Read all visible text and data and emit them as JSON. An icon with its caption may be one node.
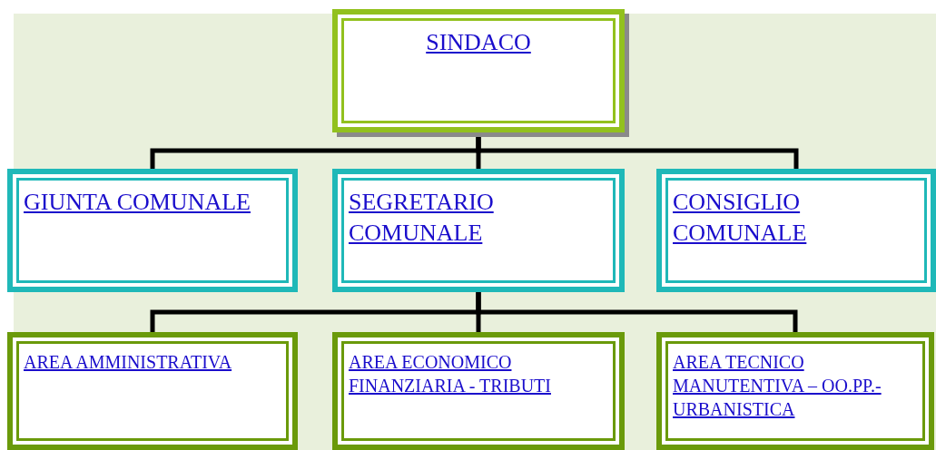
{
  "diagram": {
    "nodes": [
      {
        "text": [
          "SINDACO"
        ]
      },
      {
        "text": [
          "GIUNTA COMUNALE"
        ]
      },
      {
        "text": [
          "SEGRETARIO COMUNALE"
        ]
      },
      {
        "text": [
          "CONSIGLIO COMUNALE"
        ]
      },
      {
        "text": [
          "AREA AMMINISTRATIVA"
        ]
      },
      {
        "text": [
          "AREA ECONOMICO FINANZIARIA - TRIBUTI"
        ]
      },
      {
        "text": [
          "AREA TECNICO MANUTENTIVA – OO.PP.- URBANISTICA"
        ]
      }
    ],
    "edges": [
      {
        "from": 0,
        "to": 1,
        "arrow": "none"
      },
      {
        "from": 0,
        "to": 2,
        "arrow": "none"
      },
      {
        "from": 0,
        "to": 3,
        "arrow": "none"
      },
      {
        "from": 2,
        "to": 4,
        "arrow": "none"
      },
      {
        "from": 2,
        "to": 5,
        "arrow": "none"
      },
      {
        "from": 2,
        "to": 6,
        "arrow": "none"
      }
    ]
  }
}
